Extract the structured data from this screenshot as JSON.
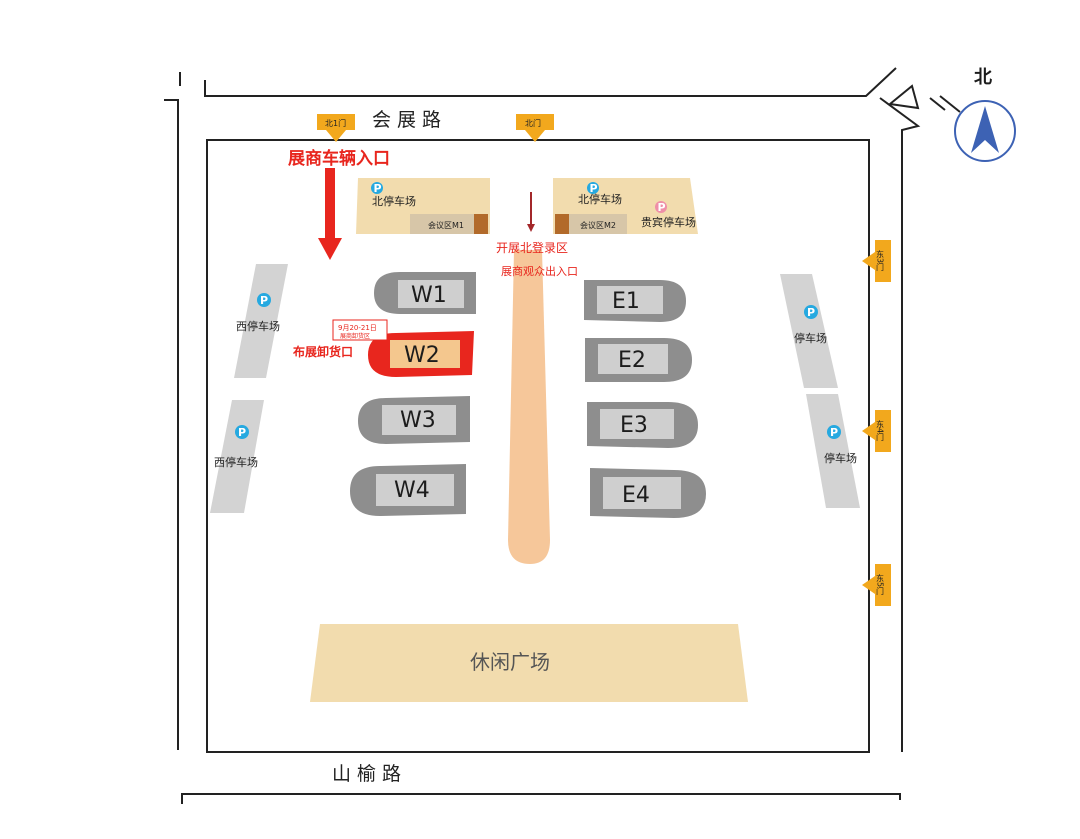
{
  "roads": {
    "north": "会展路",
    "south": "山榆路"
  },
  "compass": {
    "label": "北"
  },
  "gates": {
    "north1": "北1门",
    "north": "北门",
    "east3": "东3门",
    "east4": "东4门",
    "east5": "东5门"
  },
  "entrances": {
    "exhibitor_vehicle": "展商车辆入口",
    "north_registration": "开展北登录区",
    "visitor_entrance": "展商观众出入口",
    "unloading": "布展卸货口"
  },
  "w2_note": {
    "line1": "9月20-21日",
    "line2": "展商卸货区"
  },
  "parking": {
    "north_left": "北停车场",
    "north_right": "北停车场",
    "vip": "贵宾停车场",
    "west_top": "西停车场",
    "west_bottom": "西停车场",
    "east_top": "停车场",
    "east_bottom": "停车场",
    "p_symbol": "P"
  },
  "meeting": {
    "m1": "会议区M1",
    "m2": "会议区M2"
  },
  "halls": {
    "w1": "W1",
    "w2": "W2",
    "w3": "W3",
    "w4": "W4",
    "e1": "E1",
    "e2": "E2",
    "e3": "E3",
    "e4": "E4"
  },
  "plaza": "休闲广场",
  "colors": {
    "hall_gray": "#8e8e8e",
    "hall_inner": "#cfcfcf",
    "highlight_red": "#e8261e",
    "parking_gray": "#d3d3d3",
    "tan": "#f2dcae",
    "walkway": "#f6c79a",
    "gate_orange": "#f2a81d",
    "p_blue": "#26a9e0",
    "p_pink": "#ef8fa8",
    "meeting_brown": "#b26a2a"
  }
}
